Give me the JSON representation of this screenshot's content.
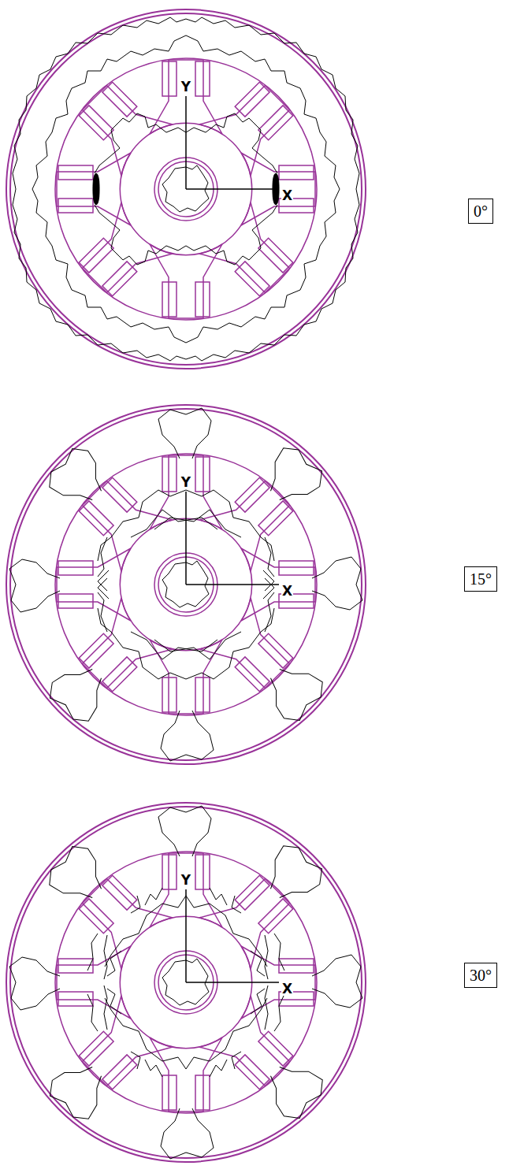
{
  "diagram": {
    "nodes": [
      {
        "text": [
          "0°"
        ]
      },
      {
        "text": [
          "15°"
        ]
      },
      {
        "text": [
          "30°"
        ]
      }
    ],
    "labels": [
      "Y",
      "X",
      "Y",
      "X",
      "Y",
      "X"
    ]
  }
}
